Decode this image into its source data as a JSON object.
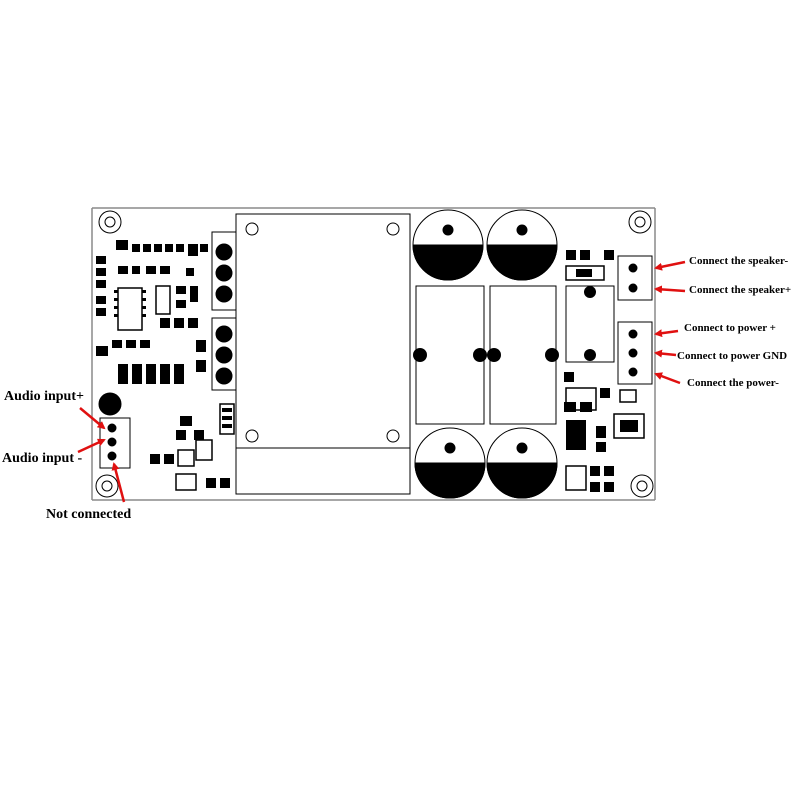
{
  "labels": {
    "speaker_minus": "Connect the speaker-",
    "speaker_plus": "Connect the speaker+",
    "power_plus": "Connect to power +",
    "power_gnd": "Connect to power GND",
    "power_minus": "Connect the power-",
    "audio_in_plus": "Audio input+",
    "audio_in_minus": "Audio input -",
    "not_connected": "Not connected"
  },
  "colors": {
    "ink": "#000000",
    "board_outline": "#8a8a8a",
    "arrow": "#e01010",
    "background": "#ffffff"
  }
}
